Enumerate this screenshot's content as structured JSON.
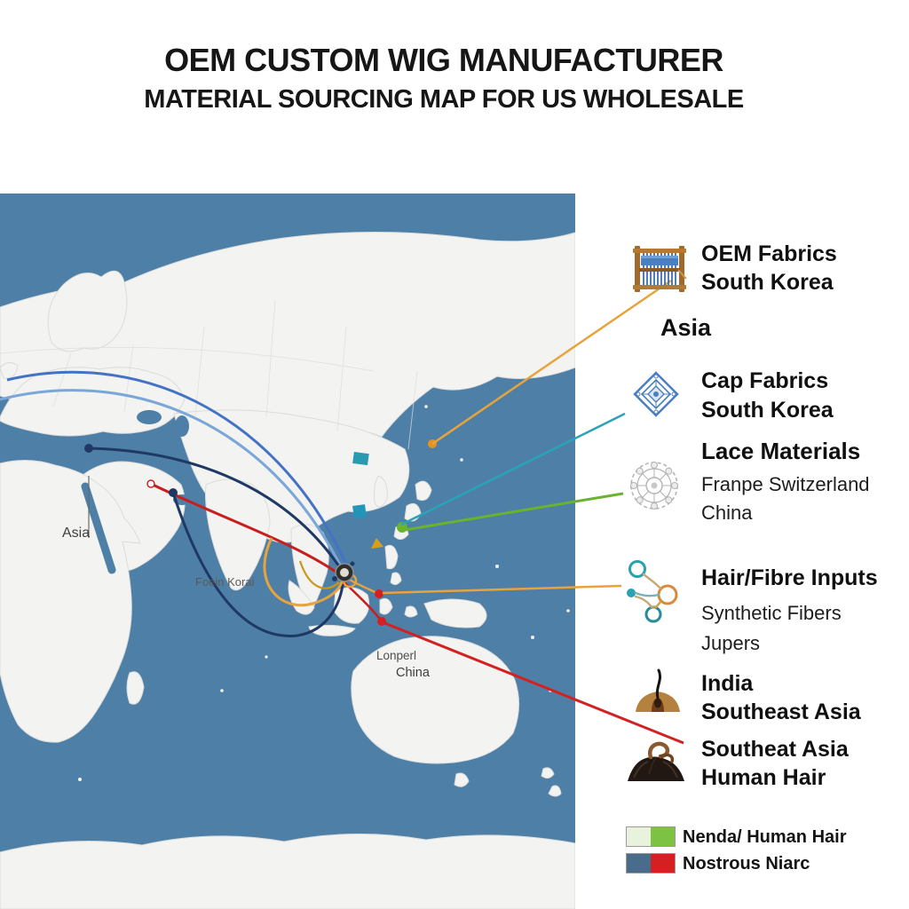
{
  "title": {
    "line1": "OEM CUSTOM WIG MANUFACTURER",
    "line2": "MATERIAL SOURCING MAP FOR US WHOLESALE"
  },
  "map": {
    "ocean_color": "#4e80a7",
    "land_color": "#f3f3f1",
    "labels": {
      "asia": "Asia",
      "foein_korai": "Foein Korai",
      "lonperl": "Lonperl",
      "china": "China"
    }
  },
  "legend": {
    "oem_fabrics": {
      "icon": "loom-icon",
      "title": "OEM Fabrics",
      "subtitle": "South Korea"
    },
    "asia_label": "Asia",
    "cap_fabrics": {
      "icon": "lace-diamond-icon",
      "title": "Cap Fabrics",
      "subtitle": "South Korea"
    },
    "lace_materials": {
      "heading": "Lace Materials",
      "icon": "lace-doily-icon",
      "line1": "Franpe Switzerland",
      "line2": "China"
    },
    "hair_fibre": {
      "icon": "fibre-strands-icon",
      "title": "Hair/Fibre Inputs",
      "line1": "Synthetic Fibers",
      "line2": "Jupers"
    },
    "india": {
      "icon": "hair-follicle-icon",
      "title": "India",
      "subtitle": "Southeast Asia"
    },
    "southeast_asia": {
      "icon": "hair-swatch-icon",
      "title": "Southeat Asia",
      "subtitle": "Human Hair"
    },
    "key": [
      {
        "label": "Nenda/ Human Hair",
        "colors": [
          "#e9f2dc",
          "#7dc242"
        ]
      },
      {
        "label": "Nostrous Niarc",
        "colors": [
          "#4a6c8c",
          "#d42020"
        ]
      }
    ]
  },
  "routes": {
    "colors": {
      "blue": "#4472c4",
      "light_blue": "#7aa6d8",
      "navy": "#1f3864",
      "red": "#c81e1e",
      "orange": "#e8a33d",
      "teal": "#29a3b8",
      "green": "#6ab32f"
    }
  }
}
